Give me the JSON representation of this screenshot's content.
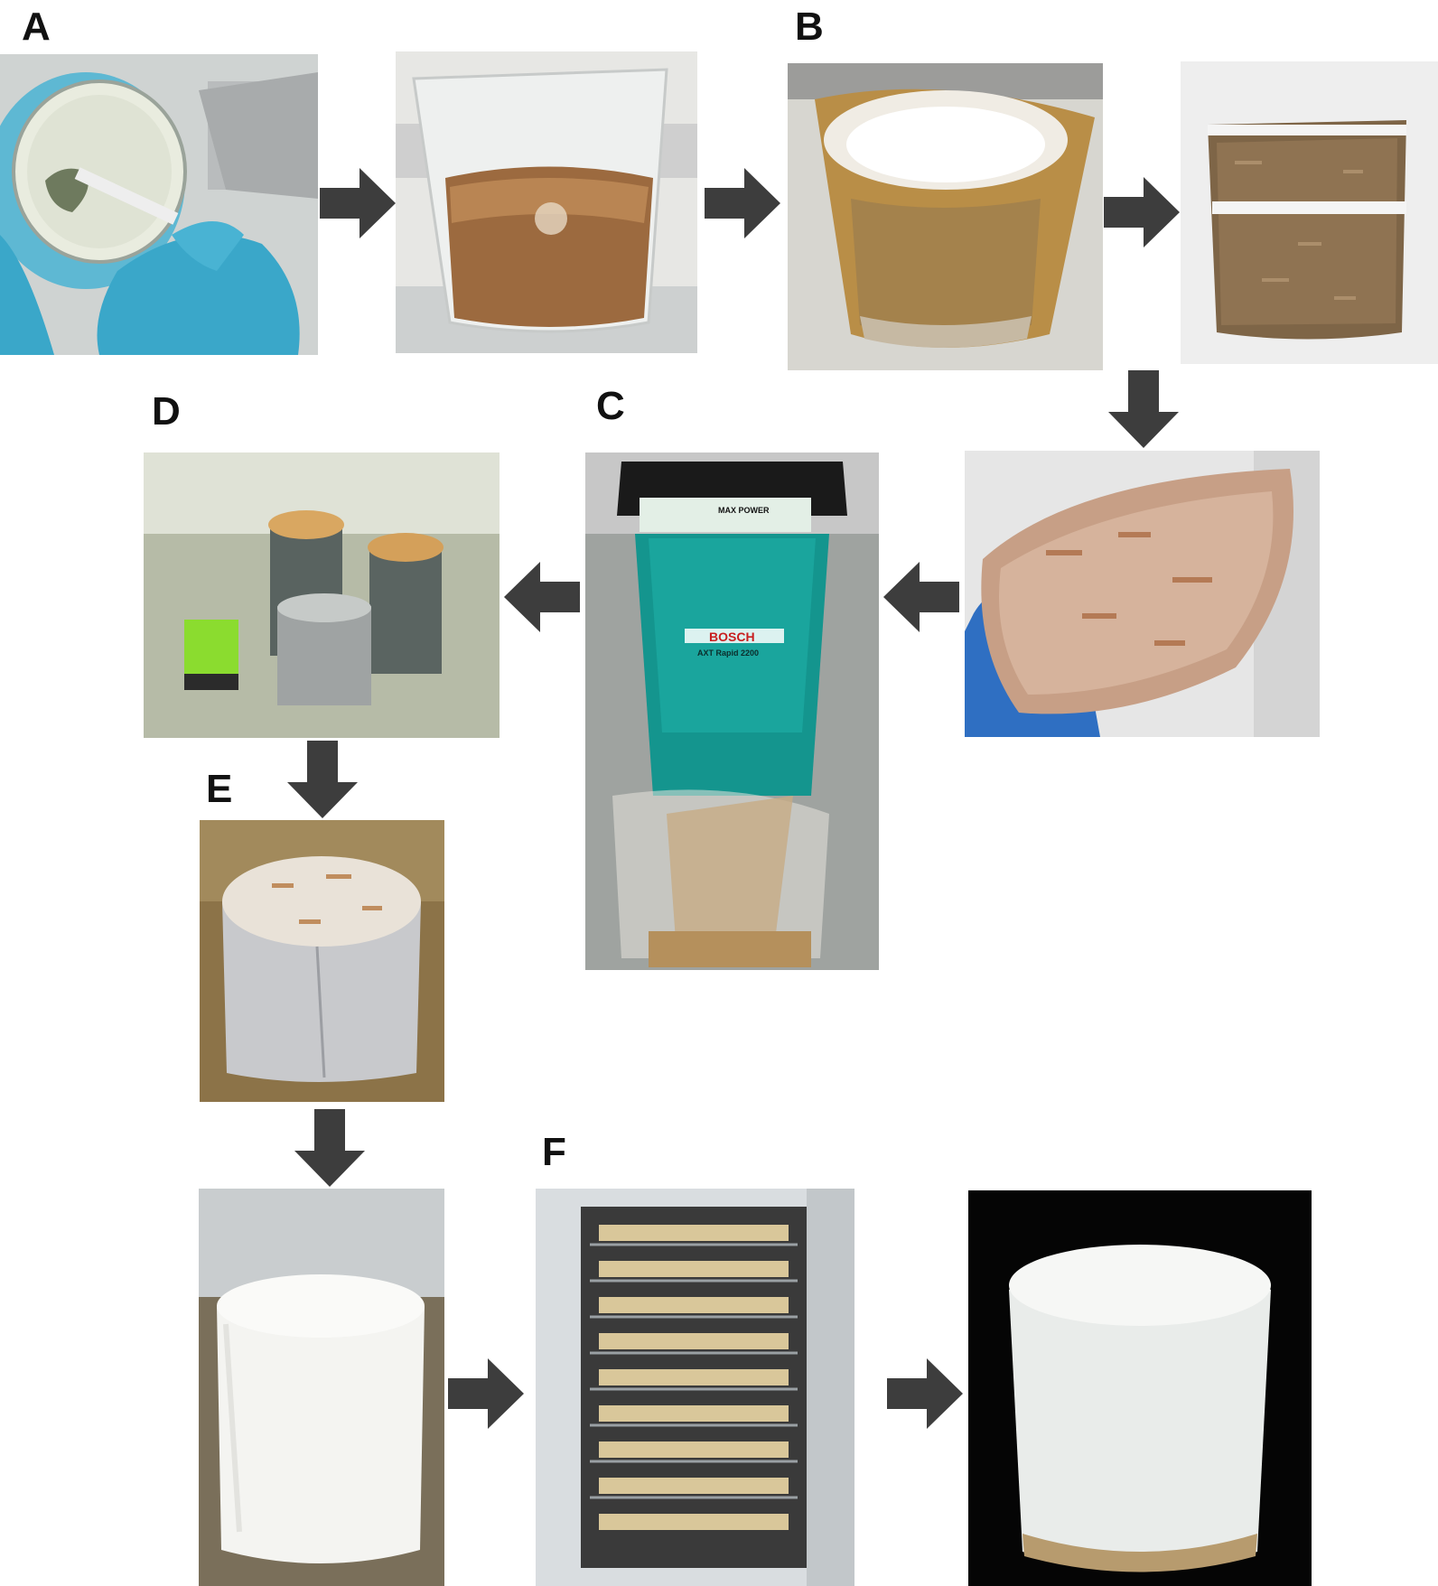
{
  "panel_labels": {
    "a": "A",
    "b": "B",
    "c": "C",
    "d": "D",
    "e": "E",
    "f": "F"
  },
  "shredder_text": {
    "brand": "BOSCH",
    "model": "AXT Rapid 2200",
    "sticker": "MAX POWER"
  },
  "colors": {
    "arrow": "#3d3d3d",
    "glove": "#3aa7c9",
    "shredder_body": "#14958e",
    "mycelium_white": "#f2f2ee",
    "substrate_brown": "#b07a4c"
  }
}
